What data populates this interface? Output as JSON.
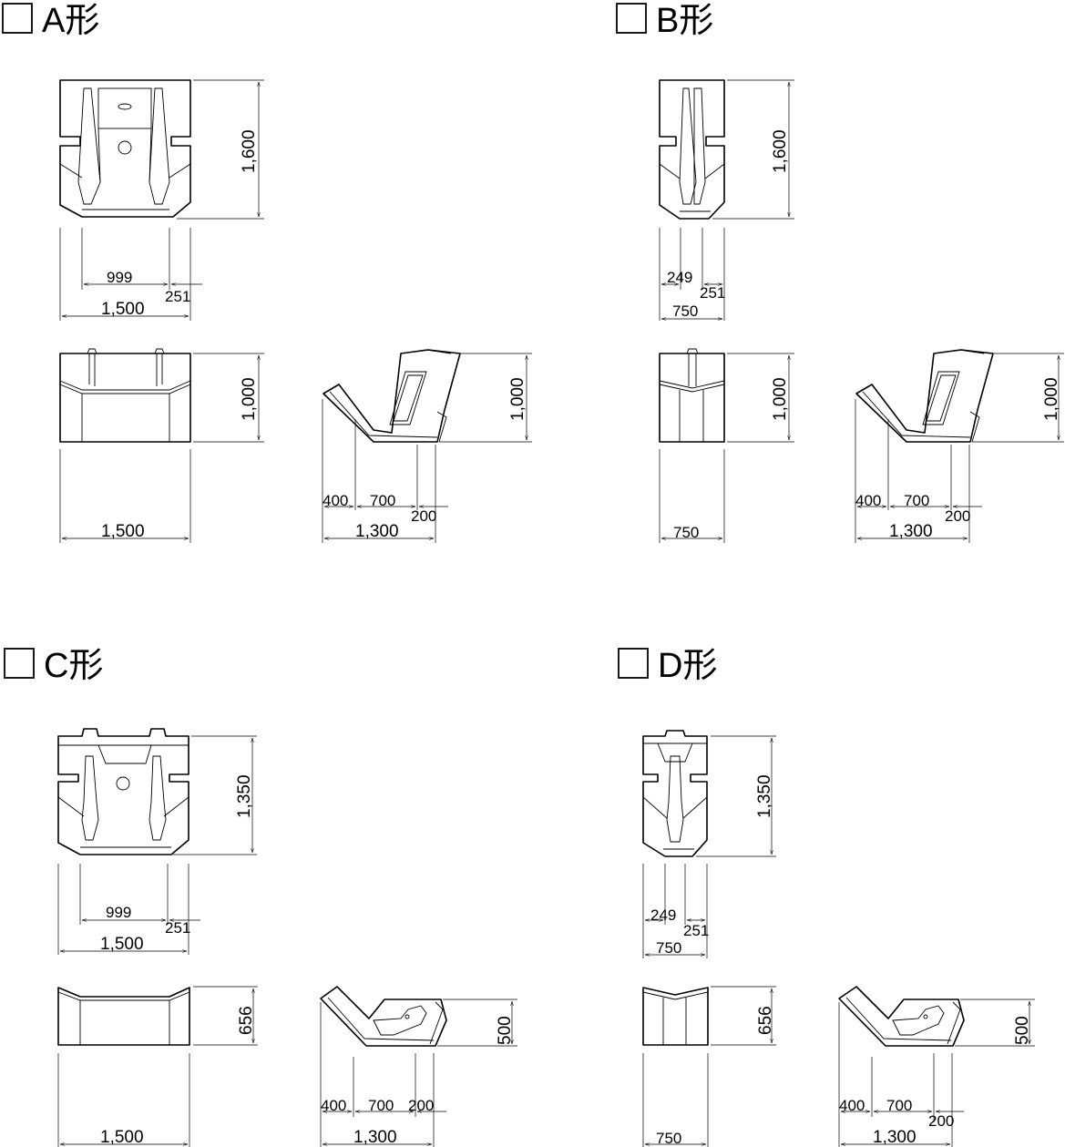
{
  "sections": {
    "a": {
      "checkbox": "□",
      "title": "A形",
      "plan_height": "1,600",
      "plan_inner": "999",
      "plan_side": "251",
      "plan_width": "1,500",
      "front_height": "1,000",
      "front_width": "1,500",
      "side_height": "1,000",
      "side_d1": "400",
      "side_d2": "700",
      "side_d3": "200",
      "side_total": "1,300"
    },
    "b": {
      "checkbox": "□",
      "title": "B形",
      "plan_height": "1,600",
      "plan_inner": "249",
      "plan_side": "251",
      "plan_width": "750",
      "front_height": "1,000",
      "front_width": "750",
      "side_height": "1,000",
      "side_d1": "400",
      "side_d2": "700",
      "side_d3": "200",
      "side_total": "1,300"
    },
    "c": {
      "checkbox": "□",
      "title": "C形",
      "plan_height": "1,350",
      "plan_inner": "999",
      "plan_side": "251",
      "plan_width": "1,500",
      "front_height": "656",
      "front_width": "1,500",
      "side_height": "500",
      "side_d1": "400",
      "side_d2": "700",
      "side_d3": "200",
      "side_total": "1,300"
    },
    "d": {
      "checkbox": "□",
      "title": "D形",
      "plan_height": "1,350",
      "plan_inner": "249",
      "plan_side": "251",
      "plan_width": "750",
      "front_height": "656",
      "front_width": "750",
      "side_height": "500",
      "side_d1": "400",
      "side_d2": "700",
      "side_d3": "200",
      "side_total": "1,300"
    }
  }
}
